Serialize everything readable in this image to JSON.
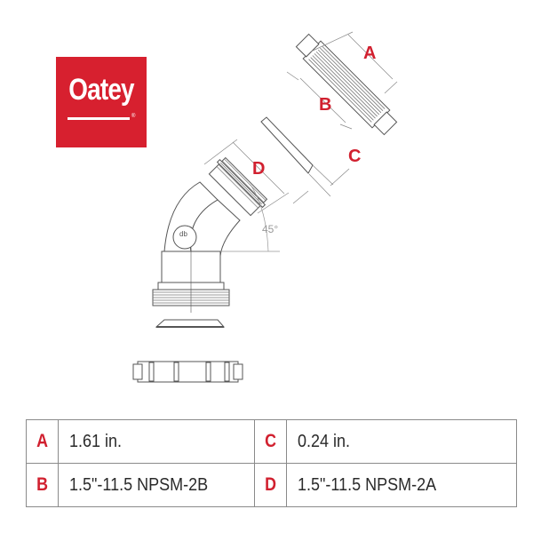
{
  "brand": {
    "logo_text": "Oatey",
    "registered_mark": "®",
    "color": "#d7202f"
  },
  "diagram": {
    "labels": {
      "A": "A",
      "B": "B",
      "C": "C",
      "D": "D"
    },
    "angle_label": "45°",
    "fitting_stamp": "db",
    "accent_color": "#d1202f",
    "line_color": "#555555"
  },
  "specs_table": {
    "rows": [
      [
        {
          "key": "A",
          "value": "1.61 in."
        },
        {
          "key": "C",
          "value": "0.24 in."
        }
      ],
      [
        {
          "key": "B",
          "value": "1.5\"-11.5 NPSM-2B"
        },
        {
          "key": "D",
          "value": "1.5\"-11.5 NPSM-2A"
        }
      ]
    ]
  }
}
